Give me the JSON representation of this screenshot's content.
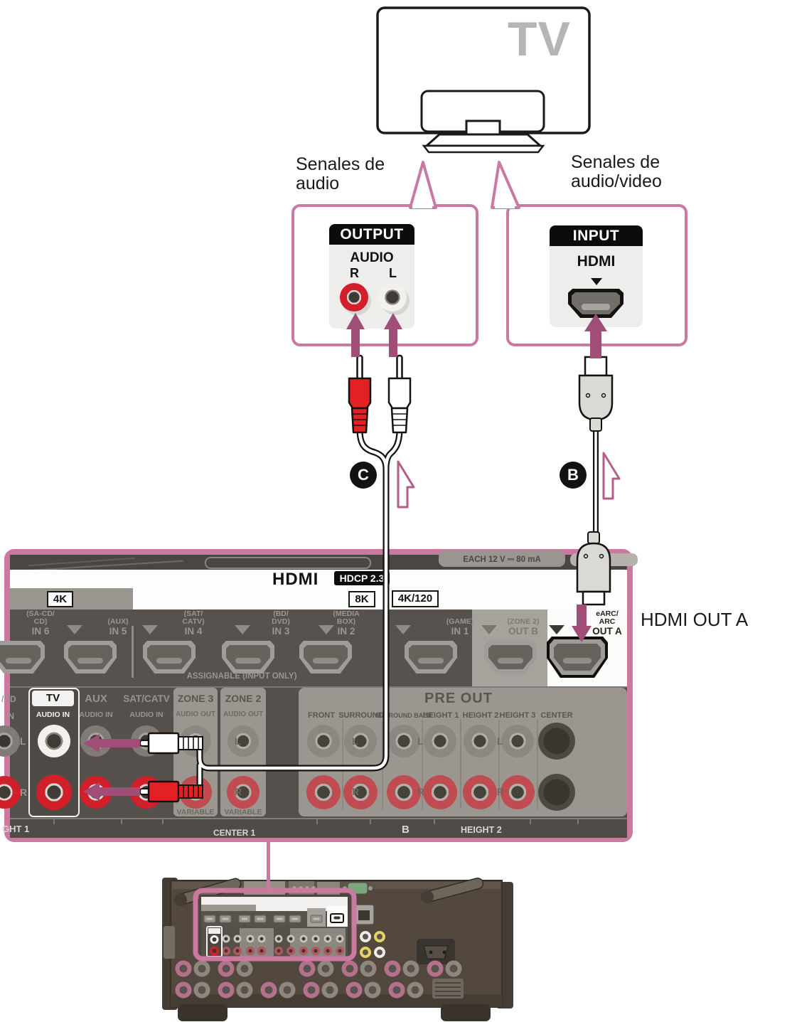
{
  "tv": {
    "label": "TV"
  },
  "callouts": {
    "audio": {
      "line1": "Senales de",
      "line2": "audio"
    },
    "av": {
      "line1": "Senales de",
      "line2": "audio/video"
    }
  },
  "tv_output": {
    "header": "OUTPUT",
    "group": "AUDIO",
    "right": "R",
    "left": "L"
  },
  "tv_input": {
    "header": "INPUT",
    "group": "HDMI"
  },
  "cable_labels": {
    "audio": "C",
    "hdmi": "B"
  },
  "receiver_panel": {
    "top_note": "EACH 12 V ⎓ 80 mA",
    "hdmi_title": "HDMI",
    "hdcp_badge": "HDCP 2.3",
    "badge_4k": "4K",
    "badge_8k": "8K",
    "badge_4k120": "4K/120",
    "hdmi_ports": [
      {
        "sub": "(SA-CD/",
        "sub2": "CD)",
        "name": "IN 6"
      },
      {
        "sub": "(AUX)",
        "sub2": "",
        "name": "IN 5"
      },
      {
        "sub": "(SAT/",
        "sub2": "CATV)",
        "name": "IN 4"
      },
      {
        "sub": "(BD/",
        "sub2": "DVD)",
        "name": "IN 3"
      },
      {
        "sub": "(MEDIA",
        "sub2": "BOX)",
        "name": "IN 2"
      },
      {
        "sub": "(GAME)",
        "sub2": "",
        "name": "IN 1"
      },
      {
        "sub": "(ZONE 2)",
        "sub2": "",
        "name": "OUT B"
      },
      {
        "sub": "eARC/",
        "sub2": "ARC",
        "name": "OUT A"
      }
    ],
    "assignable_note": "ASSIGNABLE (INPUT ONLY)",
    "out_a_callout": "HDMI OUT A",
    "audio_columns": [
      {
        "name": "/CD",
        "sub": "IN"
      },
      {
        "name": "TV",
        "sub": "AUDIO IN"
      },
      {
        "name": "AUX",
        "sub": "AUDIO IN"
      },
      {
        "name": "SAT/CATV",
        "sub": "AUDIO IN"
      },
      {
        "name": "ZONE 3",
        "sub": "AUDIO OUT",
        "note": "VARIABLE"
      },
      {
        "name": "ZONE 2",
        "sub": "AUDIO OUT",
        "note": "VARIABLE"
      }
    ],
    "preout": {
      "title": "PRE OUT",
      "channels": [
        "FRONT",
        "SURROUND",
        "SURROUND BACK",
        "HEIGHT 1",
        "HEIGHT 2",
        "HEIGHT 3",
        "CENTER"
      ]
    },
    "channel_l": "L",
    "channel_r": "R",
    "bottom_partial": [
      "GHT 1",
      "CENTER 1",
      "B",
      "HEIGHT 2"
    ]
  },
  "colors": {
    "accent_pink": "#cb79a1",
    "arrow_magenta": "#a04d78",
    "jack_red": "#d2202a",
    "panel_dark": "#56524d",
    "panel_light": "#9b968f",
    "tv_label_gray": "#b5b5b5",
    "badge_black": "#141210"
  }
}
